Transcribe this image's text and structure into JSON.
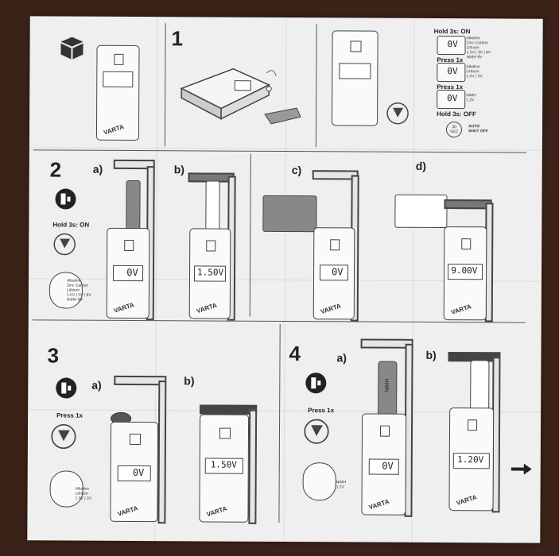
{
  "steps": {
    "s1": "1",
    "s2": "2",
    "s3": "3",
    "s4": "4"
  },
  "subs": {
    "a": "a)",
    "b": "b)",
    "c": "c)",
    "d": "d)"
  },
  "panel_top_right": {
    "hold_on": "Hold 3s: ON",
    "press1": "Press 1x",
    "press2": "Press 1x",
    "hold_off": "Hold 3s: OFF",
    "types1": "Alkaline\nZinc Carbon\nLithium\n1.5V | 3V | 9V\nNiMH 9V",
    "types2": "Alkaline\nLithium\n1.5V | 3V",
    "types3": "NiMH\n1.2V",
    "timer": "30\nSEC",
    "auto": "AUTO\nSHUT OFF",
    "lcd": "0V"
  },
  "section2": {
    "hold_on": "Hold 3s: ON",
    "types": "Alkaline\nZinc Carbon\nLithium\n1.5V | 3V | 9V\nNiMH 9V",
    "lcd_a": "0V",
    "lcd_b": "1.50V",
    "lcd_c": "0V",
    "lcd_d": "9.00V"
  },
  "section3": {
    "press": "Press 1x",
    "types": "Alkaline\nLithium\n1.5V | 3V",
    "lcd_a": "0V",
    "lcd_b": "1.50V"
  },
  "section4": {
    "press": "Press 1x",
    "types": "NiMH\n1.2V",
    "battery_label": "NiMH",
    "lcd_a": "0V",
    "lcd_b": "1.20V"
  },
  "brand": "VARTA",
  "colors": {
    "paper": "#eeefee",
    "table": "#3a2218",
    "ink": "#444444"
  },
  "icons": [
    "box-icon",
    "battery-select-icon",
    "press-hand-icon",
    "arrow-right-icon"
  ]
}
